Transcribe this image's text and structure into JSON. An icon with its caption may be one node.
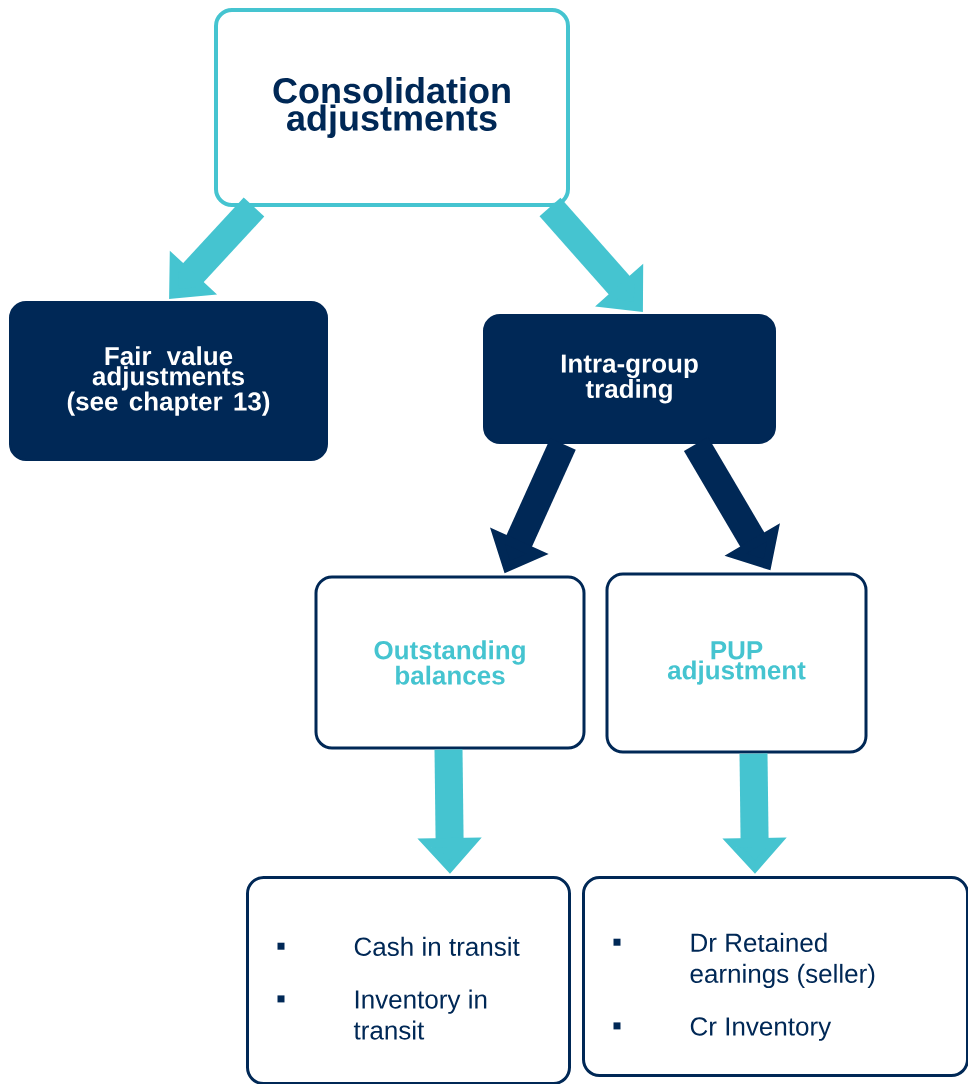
{
  "diagram": {
    "nodes": [
      {
        "text": [
          "Consolidation adjustments"
        ]
      },
      {
        "text": [
          "Fair value adjustments (see chapter 13)"
        ]
      },
      {
        "text": [
          "Intra-group trading"
        ]
      },
      {
        "text": [
          "Outstanding balances"
        ]
      },
      {
        "text": [
          "PUP adjustment"
        ]
      },
      {
        "text": [
          "Cash in transit",
          "Inventory in transit"
        ]
      },
      {
        "text": [
          "Dr Retained earnings (seller)",
          "Cr Inventory"
        ]
      }
    ],
    "edges": [
      {
        "from": 0,
        "to": 1,
        "arrow": "to"
      },
      {
        "from": 0,
        "to": 2,
        "arrow": "to"
      },
      {
        "from": 2,
        "to": 3,
        "arrow": "to",
        "color": "#002856"
      },
      {
        "from": 2,
        "to": 4,
        "arrow": "to",
        "color": "#002856"
      },
      {
        "from": 3,
        "to": 5,
        "arrow": "to"
      },
      {
        "from": 4,
        "to": 6,
        "arrow": "to"
      }
    ]
  }
}
